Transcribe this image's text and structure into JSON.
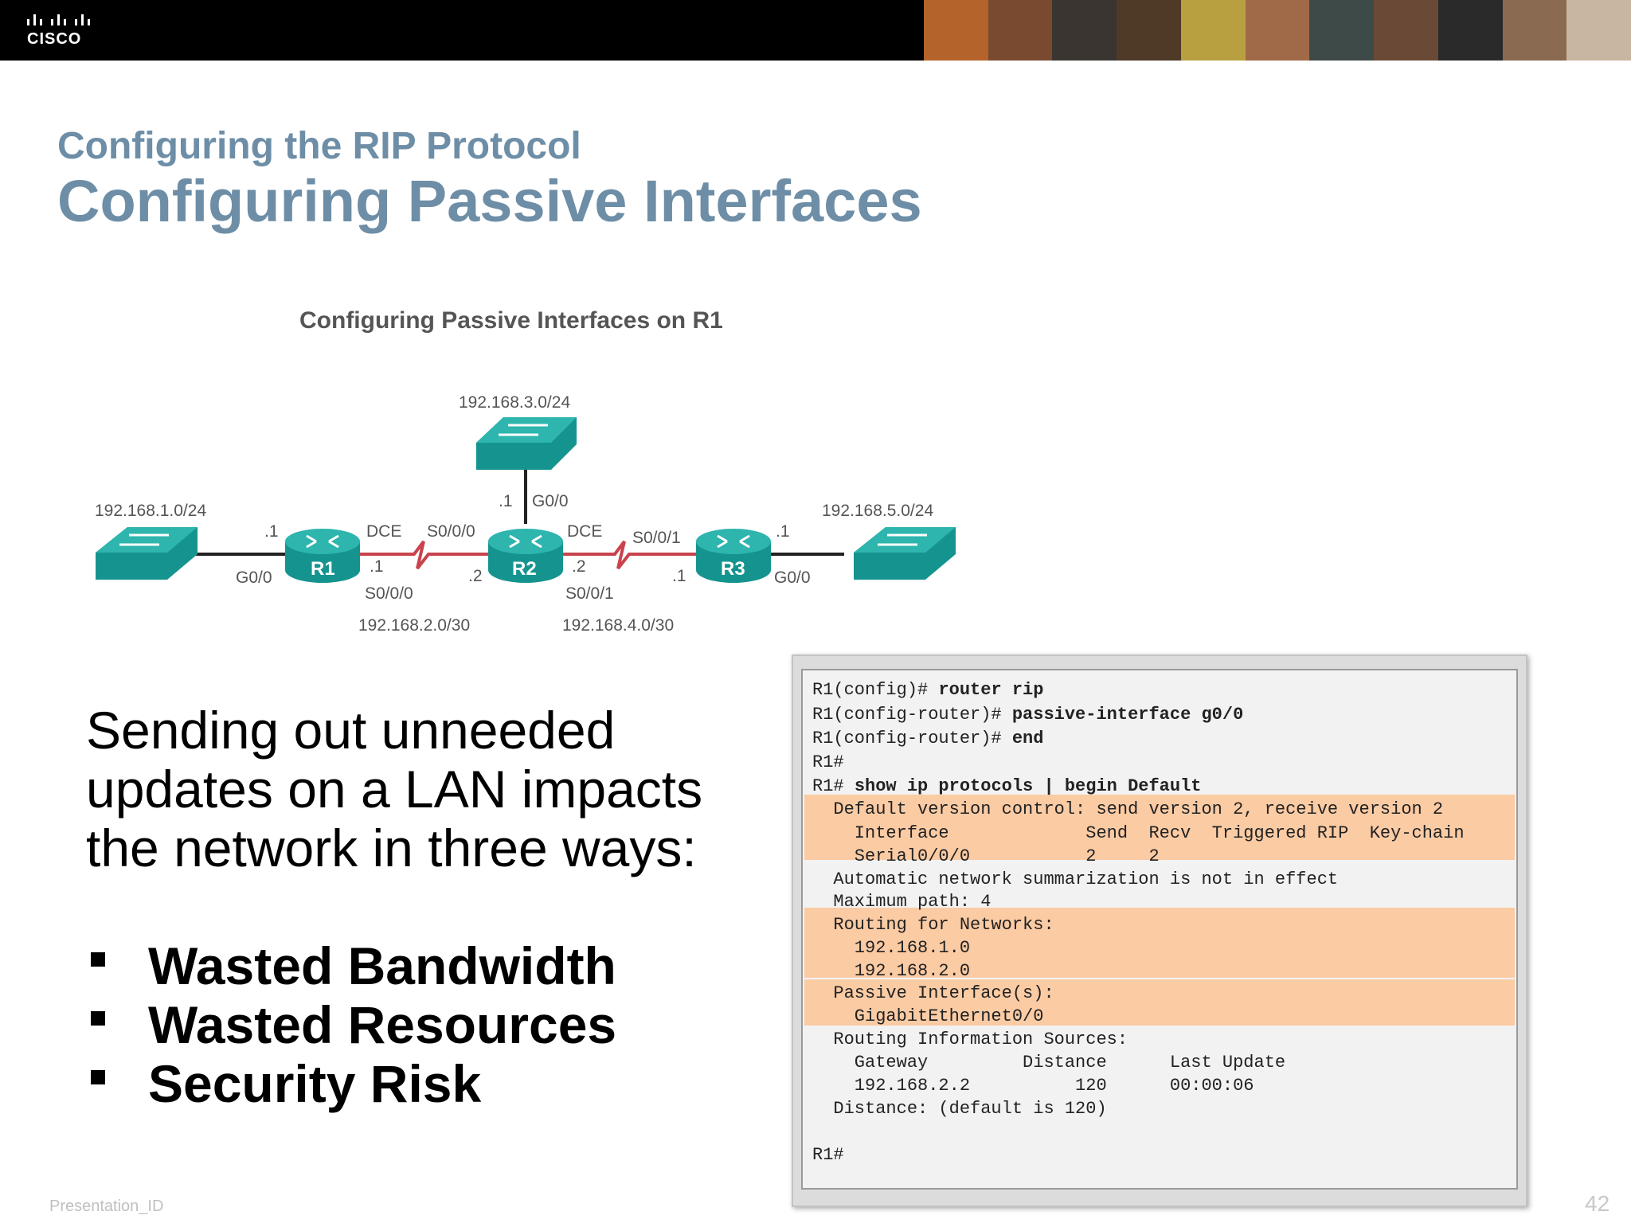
{
  "brand": {
    "logo_text": "CISCO"
  },
  "header": {
    "subtitle": "Configuring the RIP Protocol",
    "title": "Configuring Passive Interfaces"
  },
  "diagram": {
    "title": "Configuring Passive Interfaces on R1",
    "routers": [
      "R1",
      "R2",
      "R3"
    ],
    "networks": {
      "lan1": "192.168.1.0/24",
      "lan3": "192.168.3.0/24",
      "lan5": "192.168.5.0/24",
      "wan2": "192.168.2.0/30",
      "wan4": "192.168.4.0/30"
    },
    "labels": {
      "r1_g00_addr": ".1",
      "r1_g00": "G0/0",
      "r1_dce": "DCE",
      "r1_s000_addr": ".1",
      "r1_s000": "S0/0/0",
      "r2_s000": "S0/0/0",
      "r2_s000_addr": ".2",
      "r2_g00_addr": ".1",
      "r2_g00": "G0/0",
      "r2_dce": "DCE",
      "r2_s001_addr": ".2",
      "r2_s001": "S0/0/1",
      "r3_s001": "S0/0/1",
      "r3_s001_addr": ".1",
      "r3_g00_addr": ".1",
      "r3_g00": "G0/0"
    },
    "colors": {
      "device": "#15948f",
      "device_top": "#2db5ae",
      "serial": "#c8434c",
      "cable": "#222222"
    }
  },
  "content": {
    "intro": "Sending out unneeded updates on a LAN impacts the network in three ways:",
    "bullets": [
      "Wasted Bandwidth",
      "Wasted Resources",
      "Security Risk"
    ]
  },
  "cli": {
    "lines": [
      {
        "prompt": "R1(config)# ",
        "cmd": "router rip"
      },
      {
        "prompt": "R1(config-router)# ",
        "cmd": "passive-interface g0/0"
      },
      {
        "prompt": "R1(config-router)# ",
        "cmd": "end"
      },
      {
        "prompt": "R1#",
        "cmd": ""
      },
      {
        "prompt": "R1# ",
        "cmd": "show ip protocols | begin Default"
      },
      {
        "prompt": "  Default version control: send version 2, receive version 2",
        "cmd": ""
      },
      {
        "prompt": "    Interface             Send  Recv  Triggered RIP  Key-chain",
        "cmd": ""
      },
      {
        "prompt": "    Serial0/0/0           2     2",
        "cmd": ""
      },
      {
        "prompt": "  Automatic network summarization is not in effect",
        "cmd": ""
      },
      {
        "prompt": "  Maximum path: 4",
        "cmd": ""
      },
      {
        "prompt": "  Routing for Networks:",
        "cmd": ""
      },
      {
        "prompt": "    192.168.1.0",
        "cmd": ""
      },
      {
        "prompt": "    192.168.2.0",
        "cmd": ""
      },
      {
        "prompt": "  Passive Interface(s):",
        "cmd": ""
      },
      {
        "prompt": "    GigabitEthernet0/0",
        "cmd": ""
      },
      {
        "prompt": "  Routing Information Sources:",
        "cmd": ""
      },
      {
        "prompt": "    Gateway         Distance      Last Update",
        "cmd": ""
      },
      {
        "prompt": "    192.168.2.2          120      00:00:06",
        "cmd": ""
      },
      {
        "prompt": "  Distance: (default is 120)",
        "cmd": ""
      },
      {
        "prompt": "",
        "cmd": ""
      },
      {
        "prompt": "R1#",
        "cmd": ""
      }
    ],
    "highlight_color": "#fbcba4"
  },
  "footer": {
    "presentation_id": "Presentation_ID",
    "page_number": "42"
  }
}
